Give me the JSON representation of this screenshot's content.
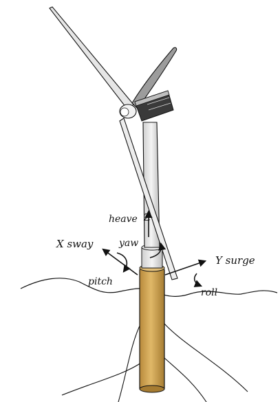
{
  "diagram": {
    "labels": {
      "heave": "heave",
      "z": "Z",
      "x_sway": "X sway",
      "yaw": "yaw",
      "y_surge": "Y surge",
      "pitch": "pitch",
      "roll": "roll"
    },
    "colors": {
      "spar": "#d4a95a",
      "spar_dark": "#a67c32",
      "tower": "#e9e9e9",
      "line": "#111111"
    }
  }
}
